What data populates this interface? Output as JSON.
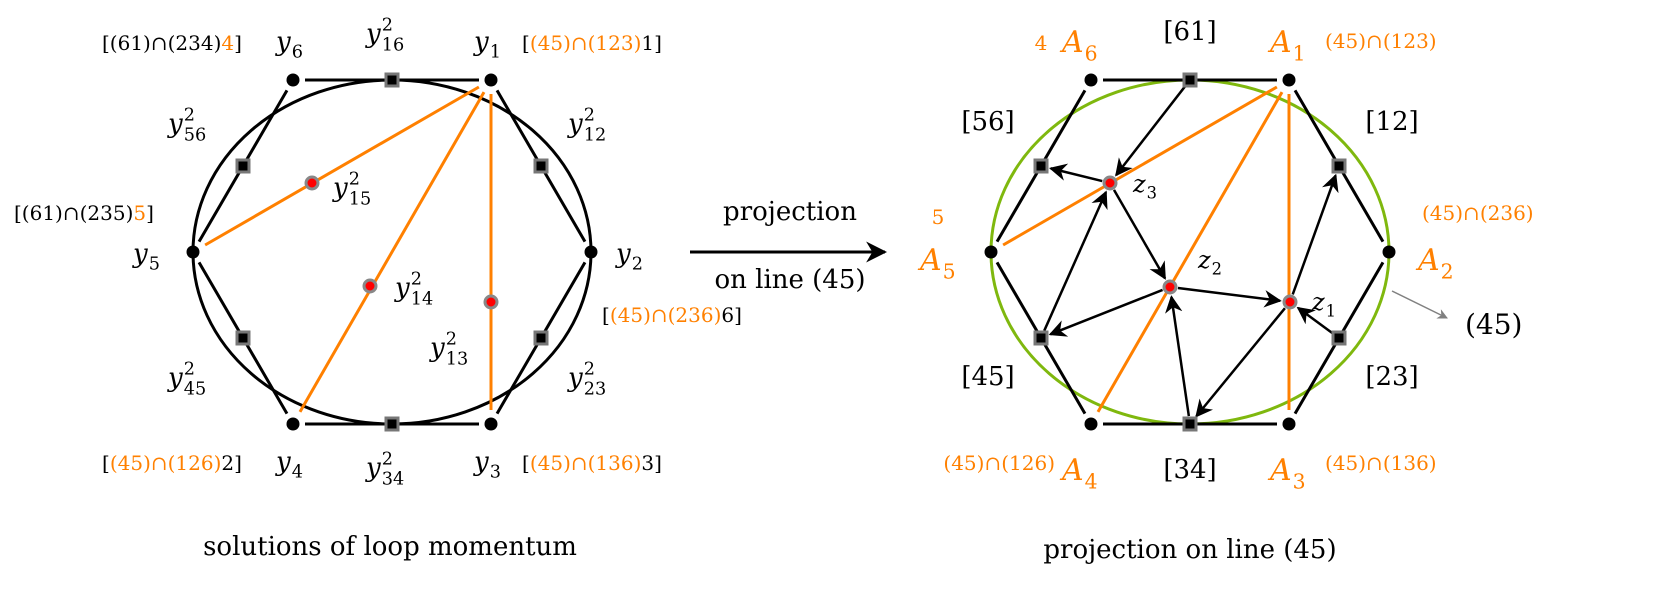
{
  "colors": {
    "orange": "#ff8000",
    "green": "#7fb80e",
    "black": "#000000",
    "red": "#ff0000",
    "gray": "#808080"
  },
  "left": {
    "caption": "solutions of loop momentum",
    "vertices": [
      {
        "base": "y",
        "sub": "1"
      },
      {
        "base": "y",
        "sub": "2"
      },
      {
        "base": "y",
        "sub": "3"
      },
      {
        "base": "y",
        "sub": "4"
      },
      {
        "base": "y",
        "sub": "5"
      },
      {
        "base": "y",
        "sub": "6"
      }
    ],
    "edge_labels": [
      {
        "base": "y",
        "sup": "2",
        "sub": "16"
      },
      {
        "base": "y",
        "sup": "2",
        "sub": "12"
      },
      {
        "base": "y",
        "sup": "2",
        "sub": "23"
      },
      {
        "base": "y",
        "sup": "2",
        "sub": "34"
      },
      {
        "base": "y",
        "sup": "2",
        "sub": "45"
      },
      {
        "base": "y",
        "sup": "2",
        "sub": "56"
      }
    ],
    "diagonal_labels": [
      {
        "base": "y",
        "sup": "2",
        "sub": "15"
      },
      {
        "base": "y",
        "sup": "2",
        "sub": "14"
      },
      {
        "base": "y",
        "sup": "2",
        "sub": "13"
      }
    ],
    "intersection_labels": [
      [
        {
          "t": "[",
          "c": "black"
        },
        {
          "t": "(45)∩(123)",
          "c": "orange"
        },
        {
          "t": "1]",
          "c": "black"
        }
      ],
      [
        {
          "t": "[",
          "c": "black"
        },
        {
          "t": "(45)∩(236)",
          "c": "orange"
        },
        {
          "t": "6]",
          "c": "black"
        }
      ],
      [
        {
          "t": "[",
          "c": "black"
        },
        {
          "t": "(45)∩(136)",
          "c": "orange"
        },
        {
          "t": "3]",
          "c": "black"
        }
      ],
      [
        {
          "t": "[",
          "c": "black"
        },
        {
          "t": "(45)∩(126)",
          "c": "orange"
        },
        {
          "t": "2]",
          "c": "black"
        }
      ],
      [
        {
          "t": "[(61)∩(235)",
          "c": "black"
        },
        {
          "t": "5",
          "c": "orange"
        },
        {
          "t": "]",
          "c": "black"
        }
      ],
      [
        {
          "t": "[(61)∩(234)",
          "c": "black"
        },
        {
          "t": "4",
          "c": "orange"
        },
        {
          "t": "]",
          "c": "black"
        }
      ]
    ]
  },
  "arrow": {
    "line1": "projection",
    "line2": "on line (45)"
  },
  "right": {
    "caption": "projection on line (45)",
    "vertices": [
      {
        "base": "A",
        "sub": "1"
      },
      {
        "base": "A",
        "sub": "2"
      },
      {
        "base": "A",
        "sub": "3"
      },
      {
        "base": "A",
        "sub": "4"
      },
      {
        "base": "A",
        "sub": "5"
      },
      {
        "base": "A",
        "sub": "6"
      }
    ],
    "vertex_notes": [
      "(45)∩(123)",
      "(45)∩(236)",
      "(45)∩(136)",
      "(45)∩(126)",
      "5",
      "4"
    ],
    "edge_labels": [
      "[61]",
      "[12]",
      "[23]",
      "[34]",
      "[45]",
      "[56]"
    ],
    "z_labels": [
      {
        "base": "z",
        "sub": "1"
      },
      {
        "base": "z",
        "sub": "2"
      },
      {
        "base": "z",
        "sub": "3"
      }
    ],
    "line_label": "(45)"
  }
}
